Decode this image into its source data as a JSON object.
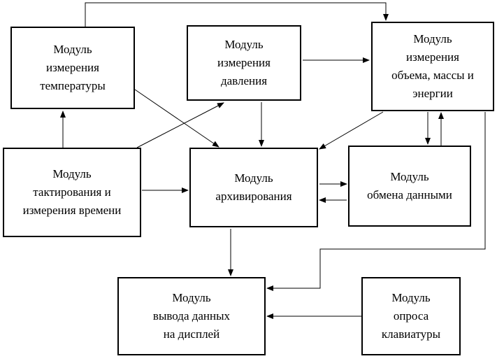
{
  "modules": {
    "temperature": {
      "lines": [
        "Модуль",
        "измерения",
        "температуры"
      ]
    },
    "pressure": {
      "lines": [
        "Модуль",
        "измерения",
        "давления"
      ]
    },
    "volume": {
      "lines": [
        "Модуль",
        "измерения",
        "объема, массы и",
        "энергии"
      ]
    },
    "clock": {
      "lines": [
        "Модуль",
        "тактирования и",
        "измерения времени"
      ]
    },
    "archive": {
      "lines": [
        "Модуль",
        "архивирования"
      ]
    },
    "exchange": {
      "lines": [
        "Модуль",
        "обмена данными"
      ]
    },
    "display": {
      "lines": [
        "Модуль",
        "вывода данных",
        "на дисплей"
      ]
    },
    "keyboard": {
      "lines": [
        "Модуль",
        "опроса",
        "клавиатуры"
      ]
    }
  },
  "connections": [
    {
      "from": "temperature",
      "to": "volume"
    },
    {
      "from": "pressure",
      "to": "volume"
    },
    {
      "from": "temperature",
      "to": "archive"
    },
    {
      "from": "pressure",
      "to": "archive"
    },
    {
      "from": "volume",
      "to": "archive"
    },
    {
      "from": "clock",
      "to": "temperature"
    },
    {
      "from": "clock",
      "to": "pressure"
    },
    {
      "from": "clock",
      "to": "archive"
    },
    {
      "from": "archive",
      "to": "exchange"
    },
    {
      "from": "exchange",
      "to": "archive"
    },
    {
      "from": "volume",
      "to": "exchange"
    },
    {
      "from": "exchange",
      "to": "volume"
    },
    {
      "from": "archive",
      "to": "display"
    },
    {
      "from": "volume",
      "to": "display"
    },
    {
      "from": "keyboard",
      "to": "display"
    }
  ]
}
